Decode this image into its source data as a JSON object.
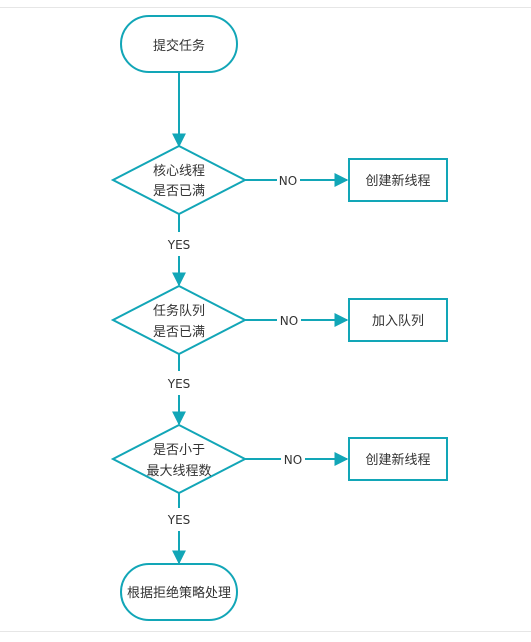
{
  "colors": {
    "stroke": "#12a6b7",
    "text": "#333333",
    "rule": "#e6e6e6"
  },
  "nodes": {
    "start": "提交任务",
    "decision1": {
      "line1": "核心线程",
      "line2": "是否已满"
    },
    "action1": "创建新线程",
    "decision2": {
      "line1": "任务队列",
      "line2": "是否已满"
    },
    "action2": "加入队列",
    "decision3": {
      "line1": "是否小于",
      "line2": "最大线程数"
    },
    "action3": "创建新线程",
    "end": "根据拒绝策略处理"
  },
  "edges": {
    "no1": "NO",
    "yes1": "YES",
    "no2": "NO",
    "yes2": "YES",
    "no3": "NO",
    "yes3": "YES"
  }
}
